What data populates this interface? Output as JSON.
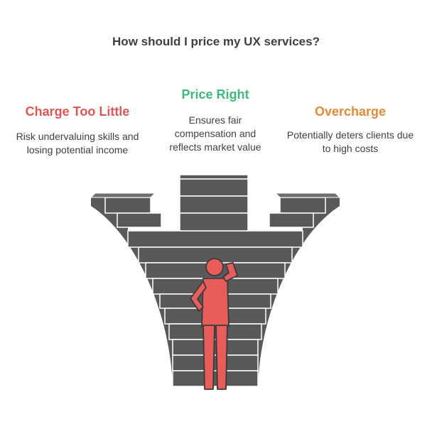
{
  "title": "How should I price my UX services?",
  "options": {
    "left": {
      "heading": "Charge Too Little",
      "description": "Risk undervaluing skills and losing potential income"
    },
    "middle": {
      "heading": "Price Right",
      "description": "Ensures fair compensation and reflects market value"
    },
    "right": {
      "heading": "Overcharge",
      "description": "Potentially deters clients due to high costs"
    }
  },
  "colors": {
    "left": "#e05656",
    "middle": "#3cb97d",
    "right": "#e58a35",
    "stairs": "#595959",
    "stairs_highlight": "#ffffff",
    "figure": "#e85c5a"
  },
  "icons": {
    "stairs": "staircase-illustration",
    "person": "thinking-person-icon"
  }
}
